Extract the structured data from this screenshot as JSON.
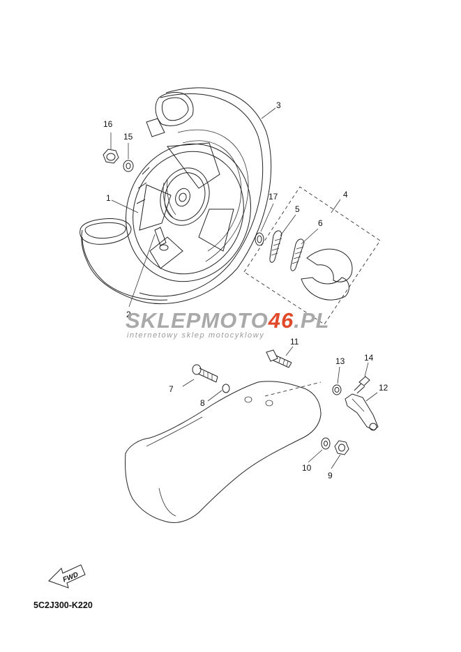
{
  "diagram_code": "5C2J300-K220",
  "fwd_label": "FWD",
  "watermark": {
    "part1": "SKLEP",
    "part2": "MOTO",
    "part3": "46",
    "part4": ".PL",
    "subtitle": "internetowy sklep motocyklowy",
    "color_gray": "#a9a9a9",
    "color_red": "#e04a2a"
  },
  "callouts": {
    "p1": "1",
    "p2": "2",
    "p3": "3",
    "p4": "4",
    "p5": "5",
    "p6": "6",
    "p7": "7",
    "p8": "8",
    "p9": "9",
    "p10": "10",
    "p11": "11",
    "p12": "12",
    "p13": "13",
    "p14": "14",
    "p15": "15",
    "p16": "16",
    "p17": "17"
  }
}
